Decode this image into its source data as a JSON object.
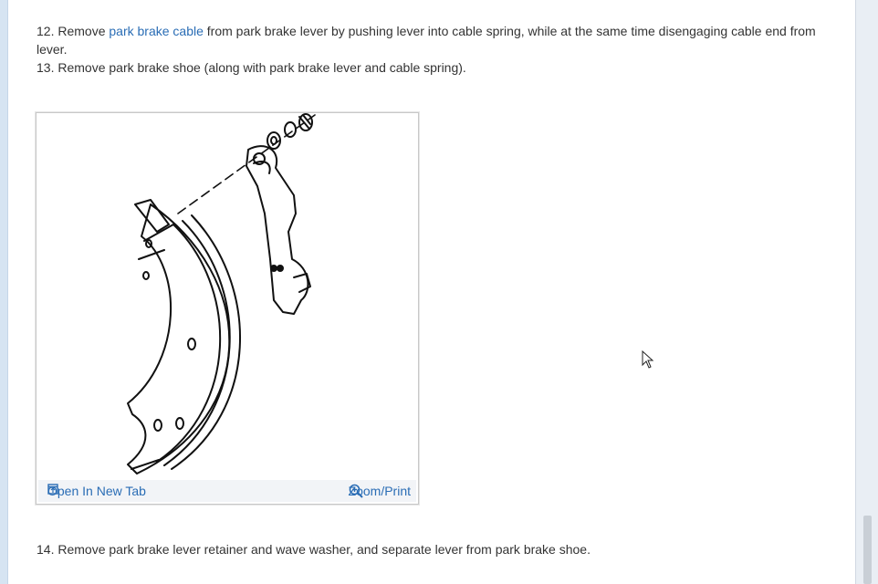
{
  "steps": {
    "s12_prefix": "12. Remove ",
    "s12_link": "park brake cable",
    "s12_suffix": " from park brake lever by pushing lever into cable spring, while at the same time disengaging cable end from lever.",
    "s13": "13. Remove park brake shoe (along with park brake lever and cable spring).",
    "s14": "14. Remove park brake lever retainer and wave washer, and separate lever from park brake shoe."
  },
  "figure": {
    "open_label": "Open In New Tab",
    "zoom_label": "Zoom/Print",
    "open_icon": "open-new-tab-icon",
    "zoom_icon": "magnifier-plus-icon"
  },
  "colors": {
    "link": "#2a6db5",
    "text": "#333333",
    "figure_bar": "#f2f4f7"
  }
}
